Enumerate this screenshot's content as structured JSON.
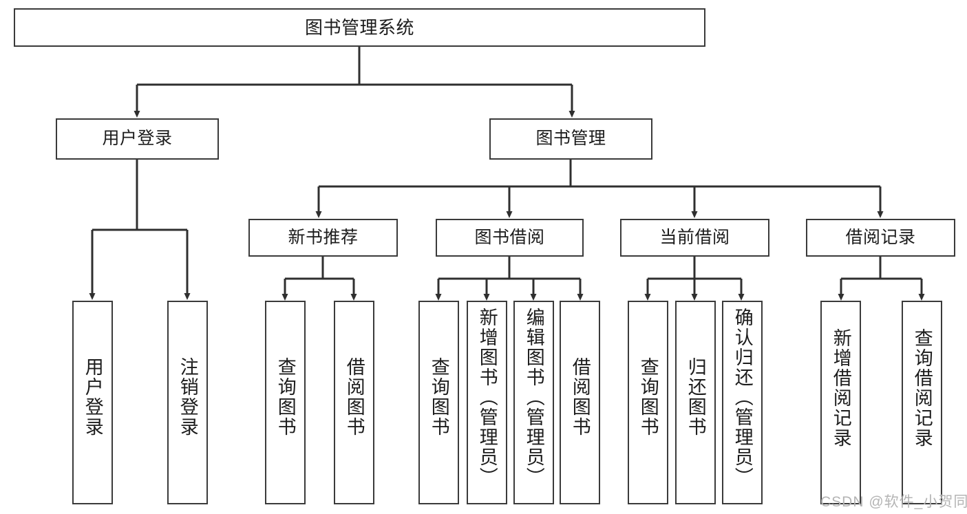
{
  "diagram": {
    "title": "图书管理系统",
    "type": "hierarchy-tree",
    "orientation": "top-down",
    "stroke_color": "#3a3a3a",
    "fill_color": "#ffffff",
    "text_color": "#1c1c1c"
  },
  "nodes": {
    "root": {
      "label": "图书管理系统",
      "level": 0
    },
    "l1": [
      {
        "id": "user-login",
        "label": "用户登录",
        "level": 1
      },
      {
        "id": "book-manage",
        "label": "图书管理",
        "level": 1
      }
    ],
    "l2": [
      {
        "id": "new-book-recommend",
        "label": "新书推荐",
        "level": 2,
        "parent": "book-manage"
      },
      {
        "id": "book-borrow",
        "label": "图书借阅",
        "level": 2,
        "parent": "book-manage"
      },
      {
        "id": "current-borrow",
        "label": "当前借阅",
        "level": 2,
        "parent": "book-manage"
      },
      {
        "id": "borrow-record",
        "label": "借阅记录",
        "level": 2,
        "parent": "book-manage"
      }
    ],
    "leaves": [
      {
        "id": "leaf-user-login",
        "label": "用户登录",
        "parent": "user-login"
      },
      {
        "id": "leaf-user-logout",
        "label": "注销登录",
        "parent": "user-login"
      },
      {
        "id": "leaf-query-book-1",
        "label": "查询图书",
        "parent": "new-book-recommend"
      },
      {
        "id": "leaf-borrow-book-1",
        "label": "借阅图书",
        "parent": "new-book-recommend"
      },
      {
        "id": "leaf-query-book-2",
        "label": "查询图书",
        "parent": "book-borrow"
      },
      {
        "id": "leaf-add-book",
        "label": "新增图书（管理员）",
        "parent": "book-borrow"
      },
      {
        "id": "leaf-edit-book",
        "label": "编辑图书（管理员）",
        "parent": "book-borrow"
      },
      {
        "id": "leaf-borrow-book-2",
        "label": "借阅图书",
        "parent": "book-borrow"
      },
      {
        "id": "leaf-query-book-3",
        "label": "查询图书",
        "parent": "current-borrow"
      },
      {
        "id": "leaf-return-book",
        "label": "归还图书",
        "parent": "current-borrow"
      },
      {
        "id": "leaf-confirm-return",
        "label": "确认归还（管理员）",
        "parent": "current-borrow"
      },
      {
        "id": "leaf-add-record",
        "label": "新增借阅记录",
        "parent": "borrow-record"
      },
      {
        "id": "leaf-query-record",
        "label": "查询借阅记录",
        "parent": "borrow-record"
      }
    ]
  },
  "watermark": {
    "text": "CSDN @软件_小贺同学"
  }
}
